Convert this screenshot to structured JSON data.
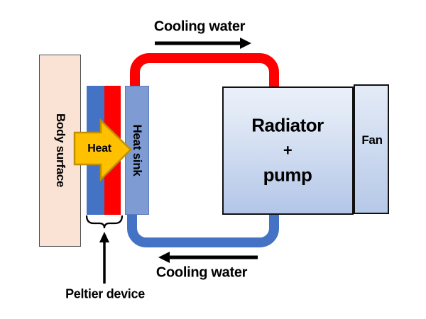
{
  "labels": {
    "cooling_water_top": "Cooling water",
    "cooling_water_bottom": "Cooling water",
    "body_surface": "Body surface",
    "heat": "Heat",
    "heat_sink": "Heat sink",
    "radiator_line1": "Radiator",
    "radiator_line2": "+",
    "radiator_line3": "pump",
    "fan": "Fan",
    "peltier_device": "Peltier device"
  },
  "colors": {
    "background": "#FFFFFF",
    "body_surface_fill": "#FAE3D4",
    "body_surface_border": "#4D4D4D",
    "peltier_blue_strip": "#4472C4",
    "peltier_red_strip": "#FF0000",
    "heat_sink_fill": "#7E9BD3",
    "heat_sink_border": "#5B7BC0",
    "heat_arrow_fill": "#FFC000",
    "heat_arrow_outline": "#BF9000",
    "hot_water_pipe": "#FF0000",
    "cold_water_pipe": "#4472C4",
    "radiator_gradient_top": "#EAF0F9",
    "radiator_gradient_bottom": "#B3C6E8",
    "box_border": "#111111",
    "annotation_color": "#000000"
  }
}
